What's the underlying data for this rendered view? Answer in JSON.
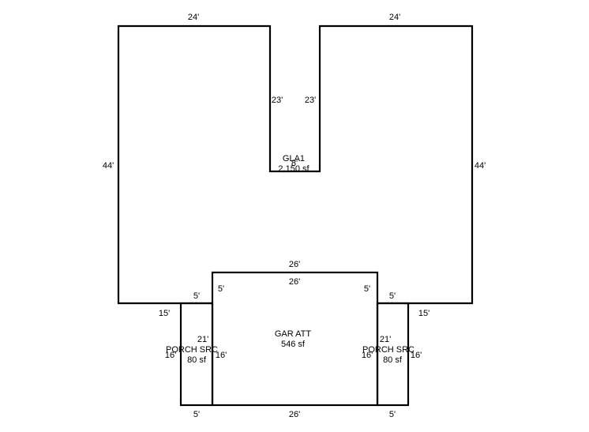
{
  "colors": {
    "line": "#000000",
    "text": "#000000",
    "background": "#ffffff"
  },
  "dimensions": {
    "gla_top_left": "24'",
    "gla_top_right": "24'",
    "gla_notch_left": "23'",
    "gla_notch_right": "23'",
    "gla_notch_bottom": "8'",
    "gla_left": "44'",
    "gla_right": "44'",
    "gla_bottom_center": "26'",
    "gla_bottom_left": "15'",
    "gla_bottom_right": "15'",
    "gar_top": "26'",
    "gar_left_top": "5'",
    "gar_right_top": "5'",
    "gar_left": "16'",
    "gar_right": "16'",
    "gar_bottom": "26'",
    "porch_left_top": "5'",
    "porch_left_bottom": "5'",
    "porch_left_inner": "21'",
    "porch_left_outer": "16'",
    "porch_right_top": "5'",
    "porch_right_bottom": "5'",
    "porch_right_inner": "21'",
    "porch_right_outer": "16'"
  },
  "areas": {
    "gla": {
      "name": "GLA1",
      "size": "2,150 sf"
    },
    "garage": {
      "name": "GAR ATT",
      "size": "546 sf"
    },
    "porch_left": {
      "name": "PORCH SRC",
      "size": "80 sf"
    },
    "porch_right": {
      "name": "PORCH SRC",
      "size": "80 sf"
    }
  }
}
